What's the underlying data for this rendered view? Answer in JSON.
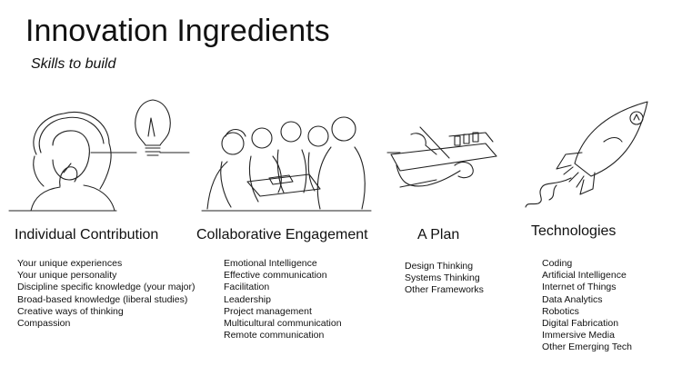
{
  "title": "Innovation Ingredients",
  "subtitle": "Skills to build",
  "columns": [
    {
      "heading": "Individual Contribution",
      "items": [
        "Your unique experiences",
        "Your unique personality",
        "Discipline specific knowledge (your major)",
        "Broad-based knowledge (liberal studies)",
        "Creative ways of thinking",
        "Compassion"
      ]
    },
    {
      "heading": "Collaborative Engagement",
      "items": [
        "Emotional Intelligence",
        "Effective communication",
        "Facilitation",
        "Leadership",
        "Project management",
        "Multicultural communication",
        "Remote communication"
      ]
    },
    {
      "heading": "A Plan",
      "items": [
        "Design Thinking",
        "Systems Thinking",
        "Other Frameworks"
      ]
    },
    {
      "heading": "Technologies",
      "items": [
        "Coding",
        "Artificial Intelligence",
        "Internet of Things",
        "Data Analytics",
        "Robotics",
        "Digital Fabrication",
        "Immersive Media",
        "Other Emerging Tech"
      ]
    }
  ],
  "illustrations": [
    "person-thinking-lightbulb-icon",
    "team-meeting-icon",
    "hand-writing-plan-icon",
    "rocket-icon"
  ]
}
